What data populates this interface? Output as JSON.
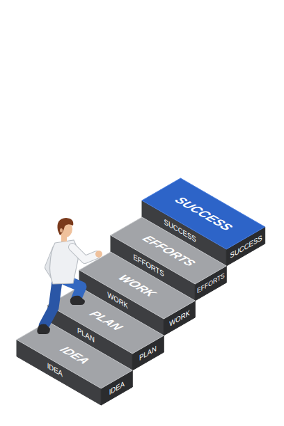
{
  "diagram": {
    "nodes": [
      {
        "text": [
          "IDEA",
          "IDEA",
          "IDEA"
        ]
      },
      {
        "text": [
          "PLAN",
          "PLAN",
          "PLAN"
        ]
      },
      {
        "text": [
          "WORK",
          "WORK",
          "WORK"
        ]
      },
      {
        "text": [
          "EFFORTS",
          "EFFORTS",
          "EFFORTS"
        ]
      },
      {
        "text": [
          "SUCCESS",
          "SUCCESS",
          "SUCCESS"
        ]
      }
    ]
  }
}
